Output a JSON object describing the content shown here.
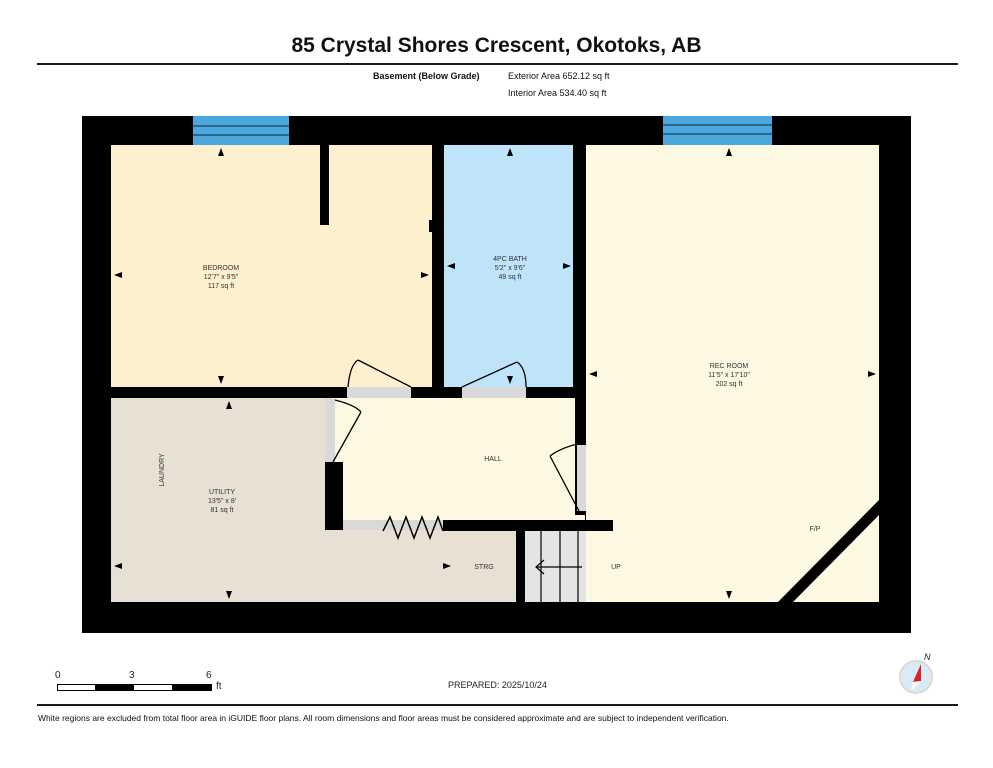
{
  "header": {
    "title": "85 Crystal Shores Crescent, Okotoks, AB",
    "level": "Basement (Below Grade)",
    "exterior_area": "Exterior Area 652.12 sq ft",
    "interior_area": "Interior Area 534.40 sq ft"
  },
  "rooms": {
    "bedroom": {
      "name": "BEDROOM",
      "dims": "12'7\" x 9'5\"",
      "area": "117 sq ft",
      "color": "#fdf0cf"
    },
    "bath": {
      "name": "4PC BATH",
      "dims": "5'2\" x 9'6\"",
      "area": "49 sq ft",
      "color": "#bfe3f8"
    },
    "rec": {
      "name": "REC ROOM",
      "dims": "11'5\" x 17'10\"",
      "area": "202 sq ft",
      "color": "#fdf8e1"
    },
    "hall": {
      "name": "HALL",
      "color": "#fdf8e1"
    },
    "utility": {
      "name": "UTILITY",
      "dims": "13'5\" x 8'",
      "area": "81 sq ft",
      "color": "#e8e0d3"
    },
    "laundry": {
      "name": "LAUNDRY"
    },
    "storage": {
      "name": "STRG"
    },
    "stairs": {
      "name": "UP",
      "color": "#e4e4e4"
    },
    "fireplace": {
      "name": "F/P"
    }
  },
  "colors": {
    "wall": "#000000",
    "window": "#4aa8de",
    "door_opening": "#d9d9d9"
  },
  "scale_bar": {
    "ticks": [
      "0",
      "3",
      "6"
    ],
    "unit": "ft"
  },
  "compass": {
    "label": "N"
  },
  "prepared": "PREPARED: 2025/10/24",
  "footer": "White regions are excluded from total floor area in iGUIDE floor plans. All room dimensions and floor areas must be considered approximate and are subject to independent verification."
}
